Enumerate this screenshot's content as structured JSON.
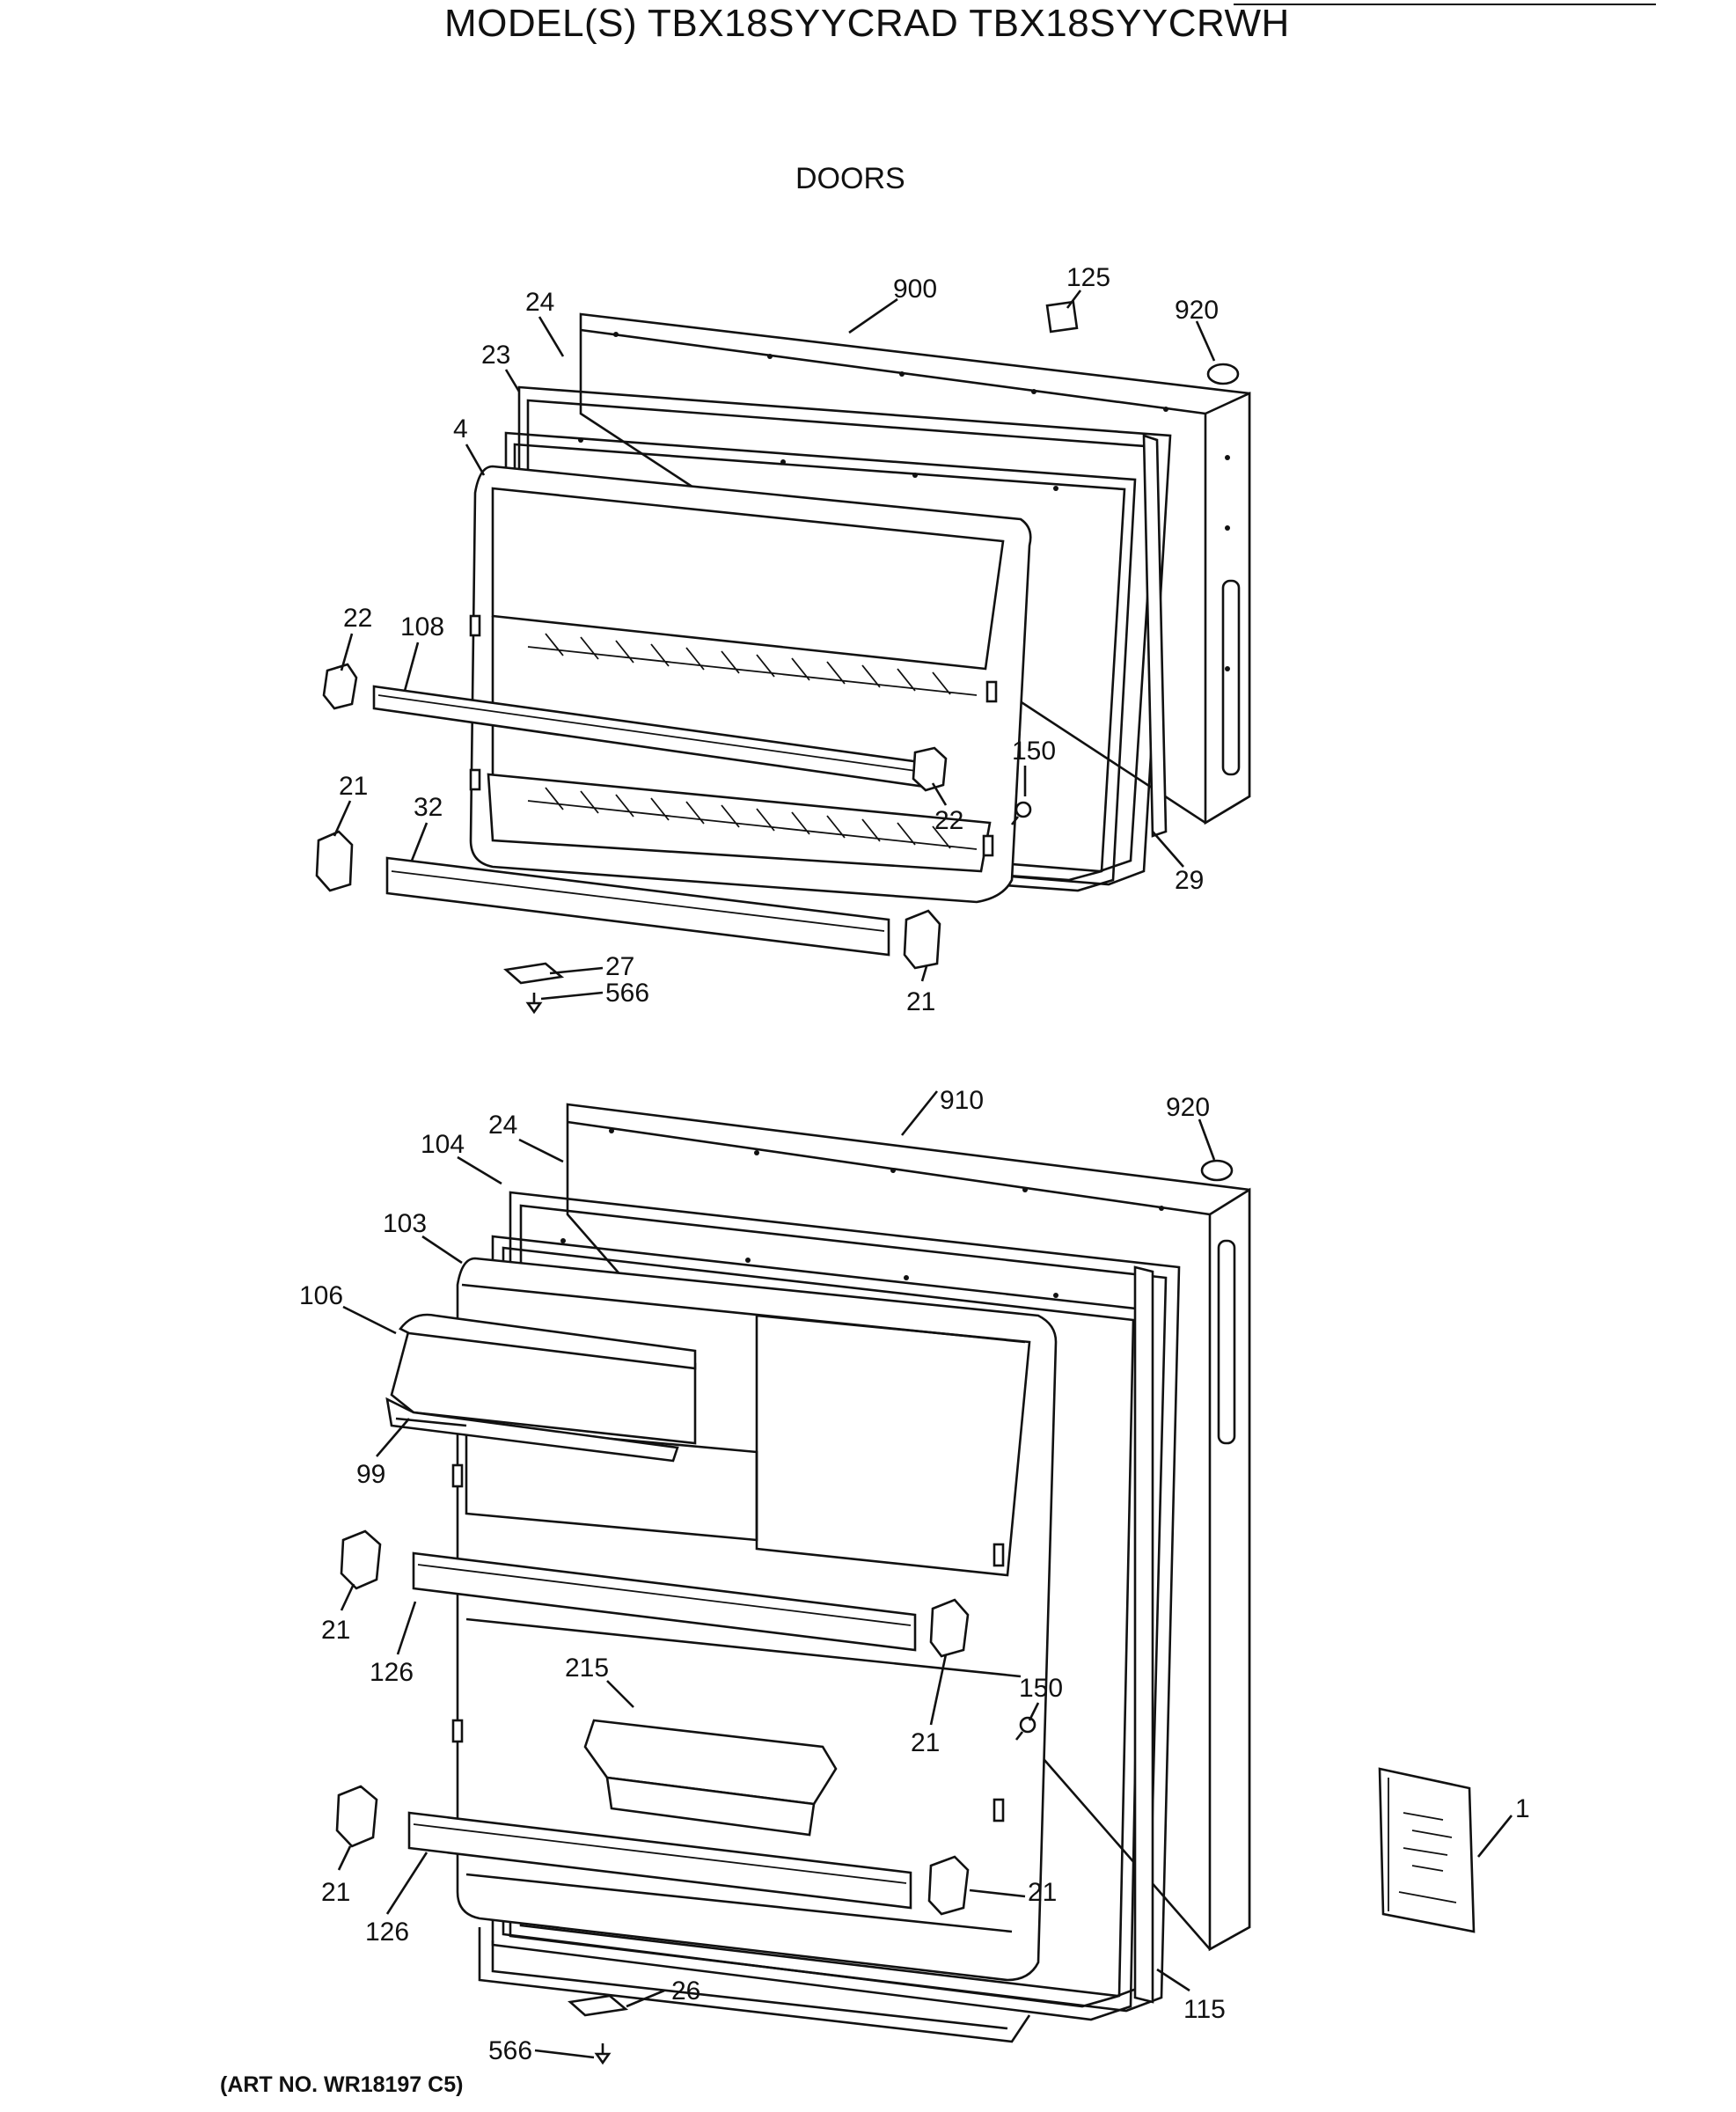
{
  "header": {
    "title": "MODEL(S) TBX18SYYCRAD  TBX18SYYCRWH",
    "subtitle": "DOORS"
  },
  "footer": {
    "art_number": "(ART NO. WR18197 C5)"
  },
  "freezer_door_labels": {
    "l900": "900",
    "l125": "125",
    "l920": "920",
    "l24": "24",
    "l23": "23",
    "l4": "4",
    "l22a": "22",
    "l108": "108",
    "l150": "150",
    "l22b": "22",
    "l21a": "21",
    "l32": "32",
    "l29": "29",
    "l27": "27",
    "l566": "566",
    "l21b": "21"
  },
  "fresh_food_door_labels": {
    "l910": "910",
    "l920": "920",
    "l24": "24",
    "l104": "104",
    "l103": "103",
    "l106": "106",
    "l99": "99",
    "l21a": "21",
    "l126a": "126",
    "l215": "215",
    "l150": "150",
    "l21b": "21",
    "l1": "1",
    "l21c": "21",
    "l21d": "21",
    "l126b": "126",
    "l115": "115",
    "l26": "26",
    "l566": "566"
  }
}
